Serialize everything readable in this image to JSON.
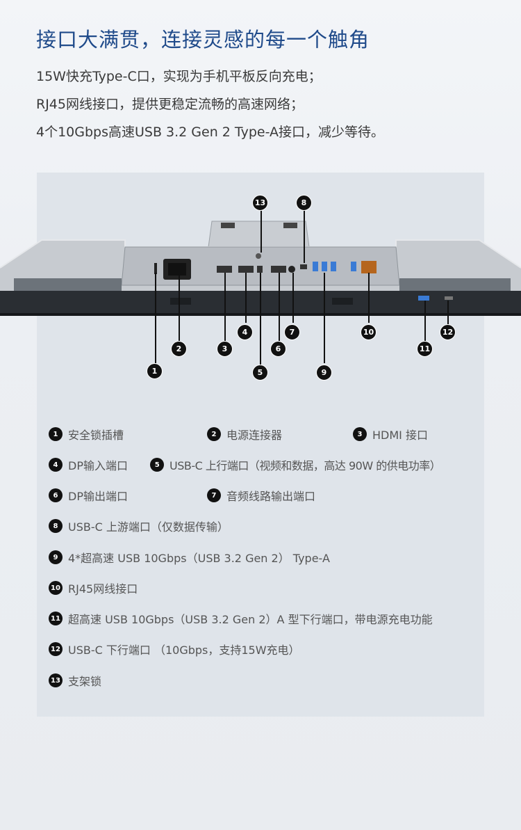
{
  "headline": "接口大满贯，连接灵感的每一个触角",
  "intro": [
    "15W快充Type-C口，实现为手机平板反向充电；",
    "RJ45网线接口，提供更稳定流畅的高速网络；",
    "4个10Gbps高速USB 3.2 Gen 2 Type-A接口，减少等待。"
  ],
  "badges": [
    "1",
    "2",
    "3",
    "4",
    "5",
    "6",
    "7",
    "8",
    "9",
    "10",
    "11",
    "12",
    "13"
  ],
  "legend": [
    {
      "n": "1",
      "text": "安全锁插槽"
    },
    {
      "n": "2",
      "text": "电源连接器"
    },
    {
      "n": "3",
      "text": "HDMI 接口"
    },
    {
      "n": "4",
      "text": "DP输入端口"
    },
    {
      "n": "5",
      "text": "USB-C 上行端口（视频和数据，高达 90W 的供电功率）"
    },
    {
      "n": "6",
      "text": "DP输出端口"
    },
    {
      "n": "7",
      "text": "音频线路输出端口"
    },
    {
      "n": "8",
      "text": "USB-C 上游端口（仅数据传输）"
    },
    {
      "n": "9",
      "text": "4*超高速 USB 10Gbps（USB 3.2 Gen 2） Type-A"
    },
    {
      "n": "10",
      "text": "RJ45网线接口"
    },
    {
      "n": "11",
      "text": "超高速 USB 10Gbps（USB 3.2 Gen 2）A 型下行端口，带电源充电功能"
    },
    {
      "n": "12",
      "text": "USB-C 下行端口 （10Gbps，支持15W充电）"
    },
    {
      "n": "13",
      "text": "支架锁"
    }
  ]
}
